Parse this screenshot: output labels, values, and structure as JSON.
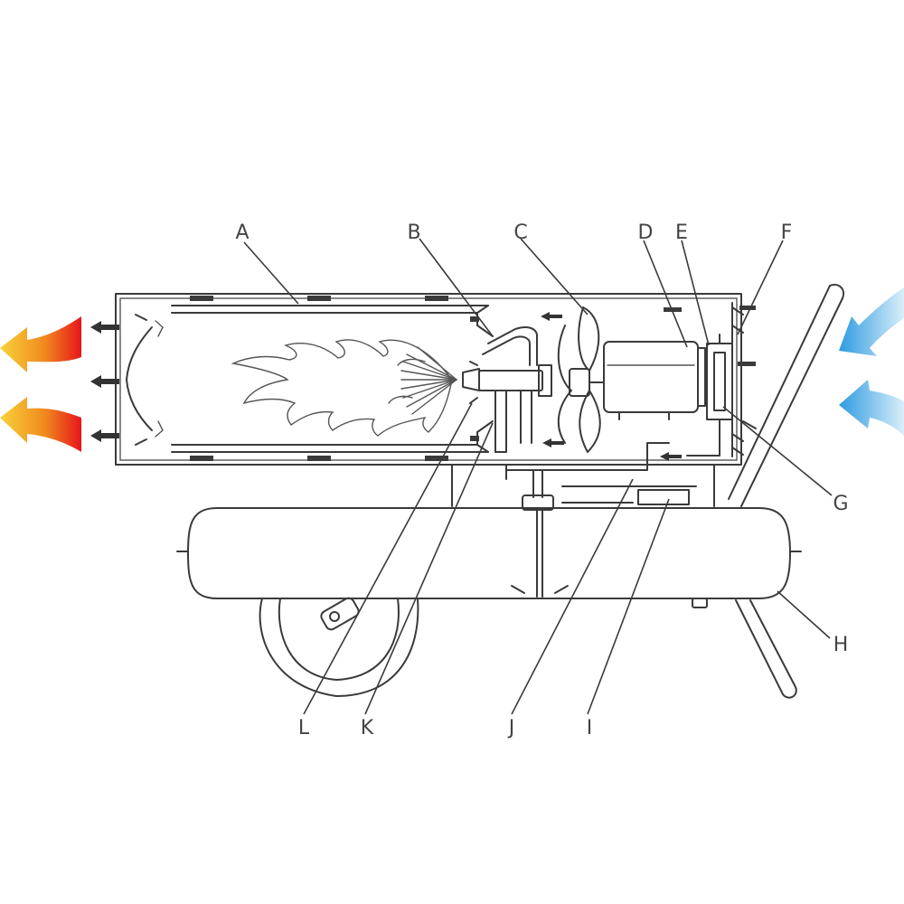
{
  "labels": {
    "A": "A",
    "B": "B",
    "C": "C",
    "D": "D",
    "E": "E",
    "F": "F",
    "G": "G",
    "H": "H",
    "I": "I",
    "J": "J",
    "K": "K",
    "L": "L"
  },
  "colors": {
    "hot_air_top": "#f5c021",
    "hot_air_bottom": "#e8151b",
    "cold_air_light": "#cfe9f8",
    "cold_air_dark": "#2f9be0",
    "line": "#3a3a3a"
  },
  "icons": {
    "hot_air_outlet": "hot-air-arrow-icon",
    "cold_air_inlet": "cold-air-arrow-icon",
    "air_flow": "airflow-arrow-icon"
  }
}
